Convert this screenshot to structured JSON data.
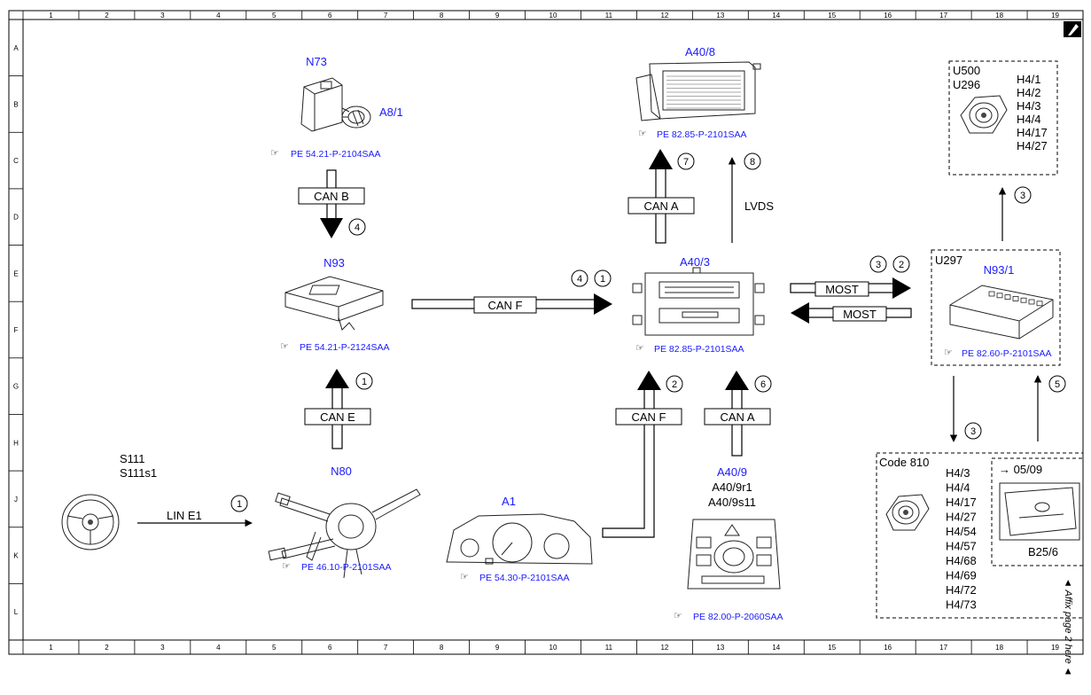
{
  "grid": {
    "columns": [
      "1",
      "2",
      "3",
      "4",
      "5",
      "6",
      "7",
      "8",
      "9",
      "10",
      "11",
      "12",
      "13",
      "14",
      "15",
      "16",
      "17",
      "18",
      "19"
    ],
    "rows": [
      "A",
      "B",
      "C",
      "D",
      "E",
      "F",
      "G",
      "H",
      "J",
      "K",
      "L"
    ]
  },
  "components": {
    "n73": {
      "label": "N73",
      "sub": "A8/1",
      "ref": "PE 54.21-P-2104SAA"
    },
    "a40_8": {
      "label": "A40/8",
      "ref": "PE 82.85-P-2101SAA"
    },
    "u500": {
      "lines": [
        "U500",
        "U296"
      ],
      "codes": [
        "H4/1",
        "H4/2",
        "H4/3",
        "H4/4",
        "H4/17",
        "H4/27"
      ]
    },
    "n93": {
      "label": "N93",
      "ref": "PE 54.21-P-2124SAA"
    },
    "a40_3": {
      "label": "A40/3",
      "ref": "PE 82.85-P-2101SAA"
    },
    "n93_1": {
      "label": "N93/1",
      "box": "U297",
      "ref": "PE 82.60-P-2101SAA"
    },
    "s111": {
      "lines": [
        "S111",
        "S111s1"
      ]
    },
    "n80": {
      "label": "N80",
      "ref": "PE 46.10-P-2101SAA"
    },
    "a1": {
      "label": "A1",
      "ref": "PE 54.30-P-2101SAA"
    },
    "a40_9": {
      "label": "A40/9",
      "lines": [
        "A40/9r1",
        "A40/9s11"
      ],
      "ref": "PE 82.00-P-2060SAA"
    },
    "code810": {
      "label": "Code 810",
      "codes": [
        "H4/3",
        "H4/4",
        "H4/17",
        "H4/27",
        "H4/54",
        "H4/57",
        "H4/68",
        "H4/69",
        "H4/72",
        "H4/73"
      ]
    },
    "b25_6": {
      "note": "→ 05/09",
      "label": "B25/6"
    }
  },
  "connections": {
    "can_b": "CAN B",
    "can_f_top": "CAN F",
    "can_a_top": "CAN A",
    "lvds": "LVDS",
    "most_out": "MOST",
    "most_in": "MOST",
    "can_e": "CAN E",
    "can_f_bottom": "CAN F",
    "can_a_bottom": "CAN A",
    "lin_e1": "LIN E1"
  },
  "steps": {
    "s_canb": "4",
    "s_canf_top_a": "4",
    "s_canf_top_b": "1",
    "s_a40_8_a": "7",
    "s_a40_8_b": "8",
    "s_most_a": "3",
    "s_most_b": "2",
    "s_u500": "3",
    "s_cane": "1",
    "s_canf_bot": "2",
    "s_cana_bot": "6",
    "s_code810": "3",
    "s_b25": "5",
    "s_lin": "1"
  },
  "margin_note": "◄ Affix page 2 here ◄"
}
